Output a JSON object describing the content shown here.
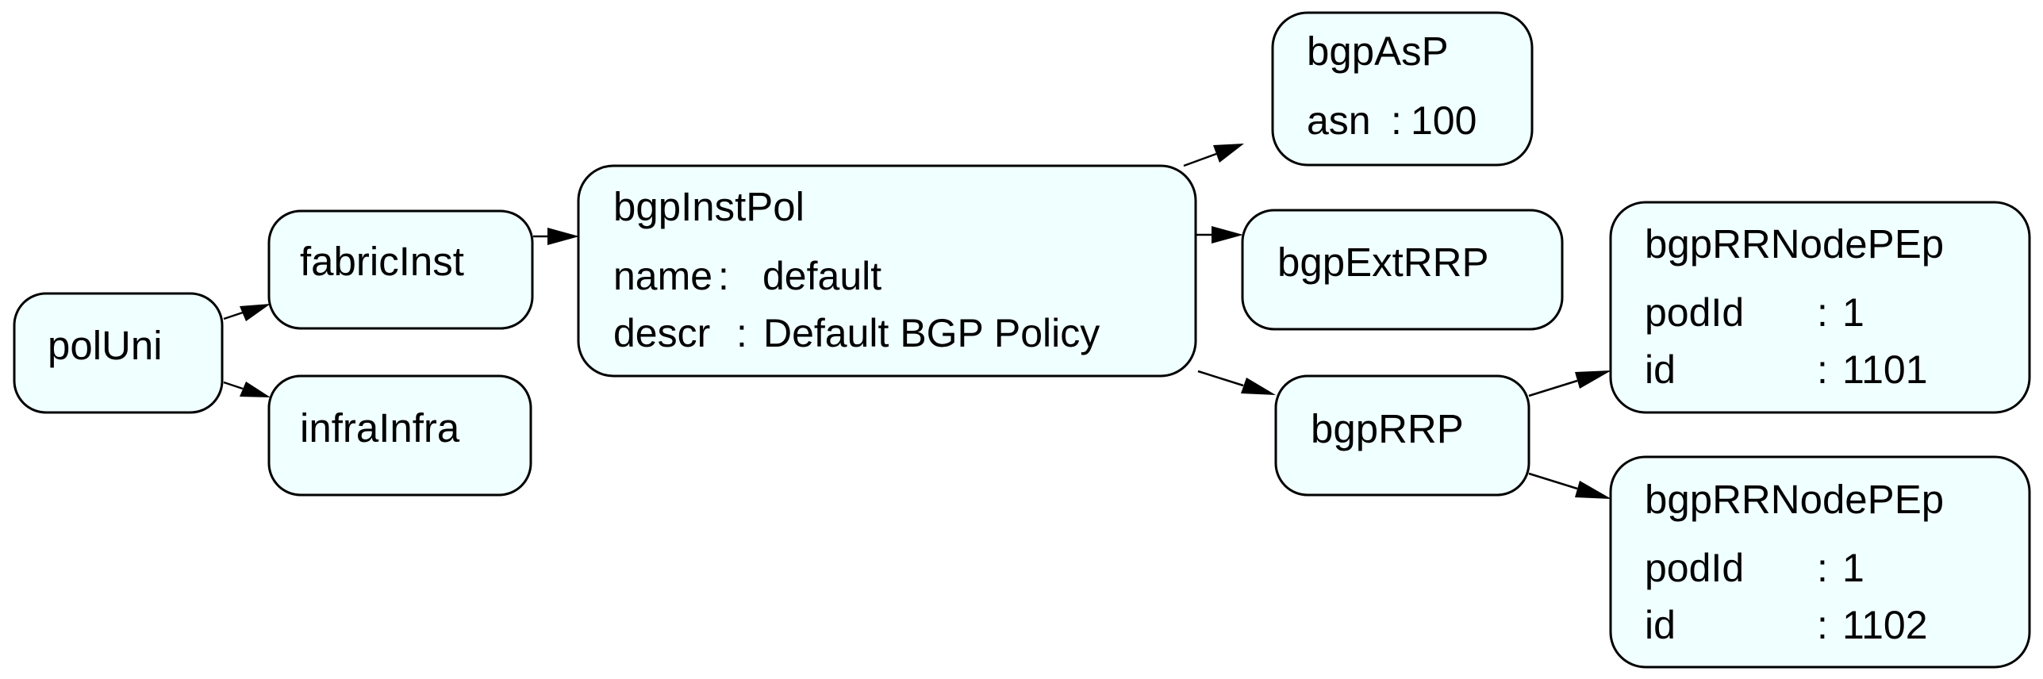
{
  "nodes": {
    "polUni": {
      "title": "polUni"
    },
    "fabricInst": {
      "title": "fabricInst"
    },
    "infraInfra": {
      "title": "infraInfra"
    },
    "bgpInstPol": {
      "title": "bgpInstPol",
      "attrs": [
        {
          "key": "name",
          "sep": ":",
          "value": "default"
        },
        {
          "key": "descr",
          "sep": ":",
          "value": "Default BGP Policy"
        }
      ]
    },
    "bgpAsP": {
      "title": "bgpAsP",
      "attrs": [
        {
          "key": "asn",
          "sep": ":",
          "value": "100"
        }
      ]
    },
    "bgpExtRRP": {
      "title": "bgpExtRRP"
    },
    "bgpRRP": {
      "title": "bgpRRP"
    },
    "bgpRRNodePEp1": {
      "title": "bgpRRNodePEp",
      "attrs": [
        {
          "key": "podId",
          "sep": ":",
          "value": "1"
        },
        {
          "key": "id",
          "sep": ":",
          "value": "1101"
        }
      ]
    },
    "bgpRRNodePEp2": {
      "title": "bgpRRNodePEp",
      "attrs": [
        {
          "key": "podId",
          "sep": ":",
          "value": "1"
        },
        {
          "key": "id",
          "sep": ":",
          "value": "1102"
        }
      ]
    }
  },
  "edges": [
    {
      "from": "polUni",
      "to": "fabricInst"
    },
    {
      "from": "polUni",
      "to": "infraInfra"
    },
    {
      "from": "fabricInst",
      "to": "bgpInstPol"
    },
    {
      "from": "bgpInstPol",
      "to": "bgpAsP"
    },
    {
      "from": "bgpInstPol",
      "to": "bgpExtRRP"
    },
    {
      "from": "bgpInstPol",
      "to": "bgpRRP"
    },
    {
      "from": "bgpRRP",
      "to": "bgpRRNodePEp1"
    },
    {
      "from": "bgpRRP",
      "to": "bgpRRNodePEp2"
    }
  ],
  "colors": {
    "node_fill": "#f0ffff",
    "stroke": "#000000"
  }
}
